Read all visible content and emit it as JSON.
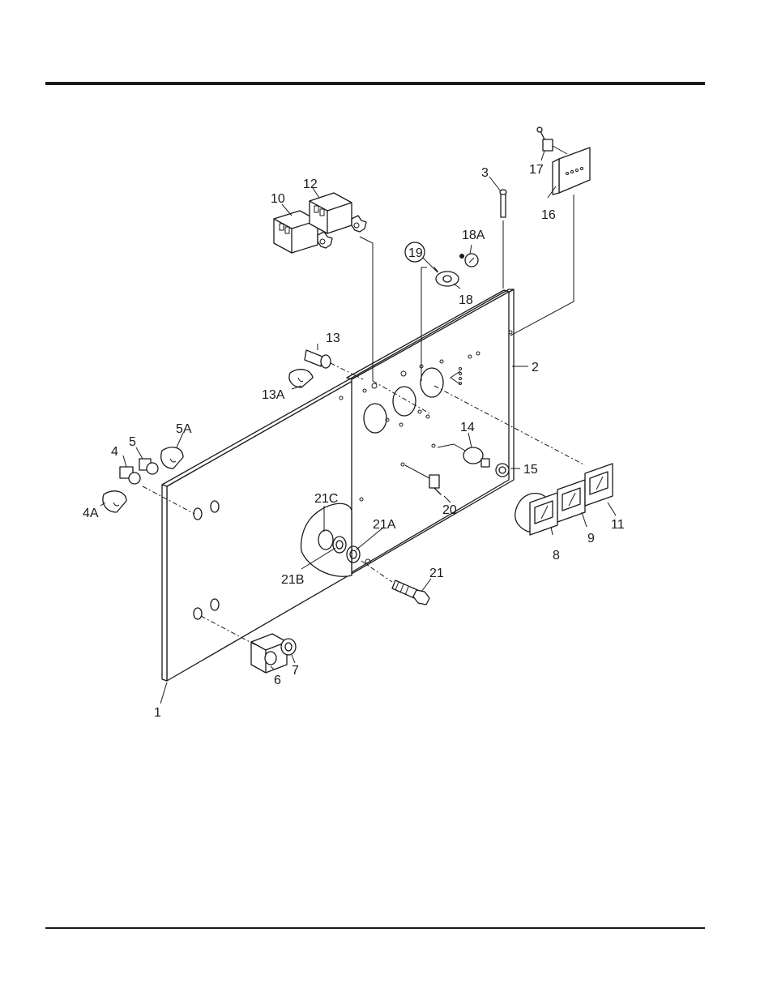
{
  "callouts": {
    "c1": "1",
    "c2": "2",
    "c3": "3",
    "c4": "4",
    "c4A": "4A",
    "c5": "5",
    "c5A": "5A",
    "c6": "6",
    "c7": "7",
    "c8": "8",
    "c9": "9",
    "c10": "10",
    "c11": "11",
    "c12": "12",
    "c13": "13",
    "c13A": "13A",
    "c14": "14",
    "c15": "15",
    "c16": "16",
    "c17": "17",
    "c18": "18",
    "c18A": "18A",
    "c19": "19",
    "c20": "20",
    "c21": "21",
    "c21A": "21A",
    "c21B": "21B",
    "c21C": "21C"
  }
}
